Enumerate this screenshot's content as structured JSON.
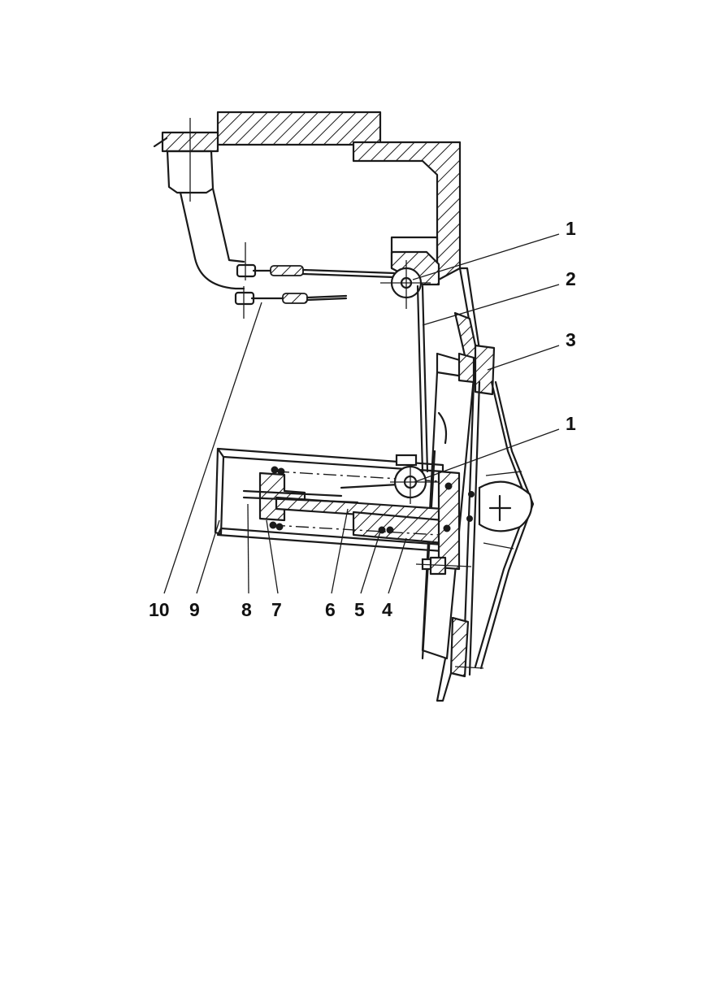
{
  "callouts": [
    {
      "id": "1",
      "text": "1"
    },
    {
      "id": "2",
      "text": "2"
    },
    {
      "id": "3",
      "text": "3"
    },
    {
      "id": "1b",
      "text": "1"
    },
    {
      "id": "10",
      "text": "10"
    },
    {
      "id": "9",
      "text": "9"
    },
    {
      "id": "8",
      "text": "8"
    },
    {
      "id": "7",
      "text": "7"
    },
    {
      "id": "6",
      "text": "6"
    },
    {
      "id": "5",
      "text": "5"
    },
    {
      "id": "4",
      "text": "4"
    }
  ],
  "colors": {
    "ink": "#1a1a1a",
    "paper": "#ffffff"
  }
}
